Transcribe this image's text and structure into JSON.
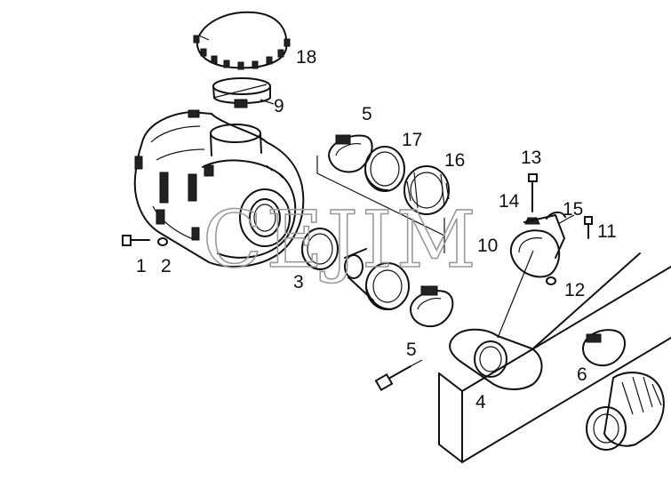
{
  "watermark": "CEJIM",
  "callouts": {
    "c1": "1",
    "c2": "2",
    "c3": "3",
    "c4": "4",
    "c5a": "5",
    "c5b": "5",
    "c6": "6",
    "c9": "9",
    "c10": "10",
    "c11": "11",
    "c12": "12",
    "c13": "13",
    "c14": "14",
    "c15": "15",
    "c16": "16",
    "c17": "17",
    "c18": "18"
  }
}
